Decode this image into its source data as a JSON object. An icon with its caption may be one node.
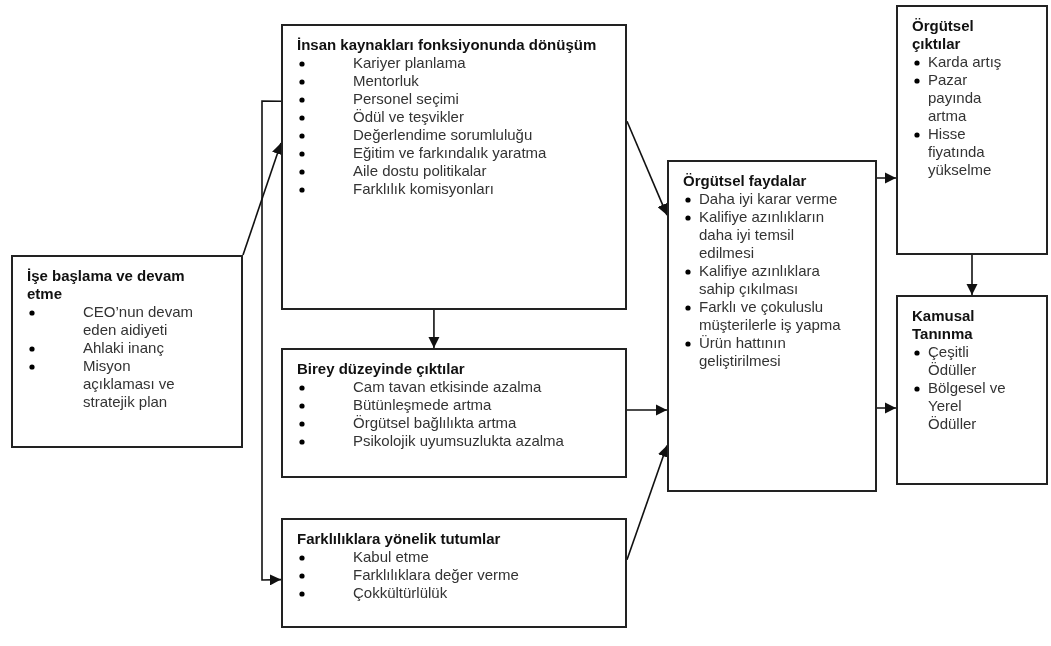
{
  "diagram": {
    "nodes": [
      {
        "text": [
          "İşe başlama ve devam etme",
          "CEO’nun devam eden aidiyeti",
          "Ahlaki inanç",
          "Misyon açıklaması ve stratejik plan"
        ]
      },
      {
        "text": [
          "İnsan kaynakları fonksiyonunda dönüşüm",
          "Kariyer planlama",
          "Mentorluk",
          "Personel seçimi",
          "Ödül ve teşvikler",
          "Değerlendime sorumluluğu",
          "Eğitim ve farkındalık yaratma",
          "Aile dostu politikalar",
          "Farklılık komisyonları"
        ]
      },
      {
        "text": [
          "Birey düzeyinde çıktılar",
          "Cam tavan etkisinde azalma",
          "Bütünleşmede artma",
          "Örgütsel bağlılıkta artma",
          "Psikolojik uyumsuzlukta azalma"
        ]
      },
      {
        "text": [
          "Farklılıklara yönelik tutumlar",
          "Kabul etme",
          "Farklılıklara değer verme",
          "Çokkültürlülük"
        ]
      },
      {
        "text": [
          "Örgütsel faydalar",
          "Daha iyi karar verme",
          "Kalifiye azınlıkların daha iyi temsil edilmesi",
          "Kalifiye azınlıklara sahip çıkılması",
          "Farklı ve çokuluslu müşterilerle iş yapma",
          "Ürün hattının geliştirilmesi"
        ]
      },
      {
        "text": [
          "Örgütsel çıktılar",
          "Karda artış",
          "Pazar payında artma",
          "Hisse fiyatında yükselme"
        ]
      },
      {
        "text": [
          "Kamusal Tanınma",
          "Çeşitli Ödüller",
          "Bölgesel ve Yerel Ödüller"
        ]
      }
    ],
    "edges": [
      {
        "from": 0,
        "to": 1,
        "arrow": "to"
      },
      {
        "from": 1,
        "to": 3,
        "arrow": "to"
      },
      {
        "from": 1,
        "to": 2,
        "arrow": "to"
      },
      {
        "from": 1,
        "to": 4,
        "arrow": "to"
      },
      {
        "from": 2,
        "to": 4,
        "arrow": "to"
      },
      {
        "from": 3,
        "to": 4,
        "arrow": "to"
      },
      {
        "from": 4,
        "to": 5,
        "arrow": "to"
      },
      {
        "from": 4,
        "to": 6,
        "arrow": "to"
      },
      {
        "from": 5,
        "to": 6,
        "arrow": "to"
      }
    ]
  }
}
